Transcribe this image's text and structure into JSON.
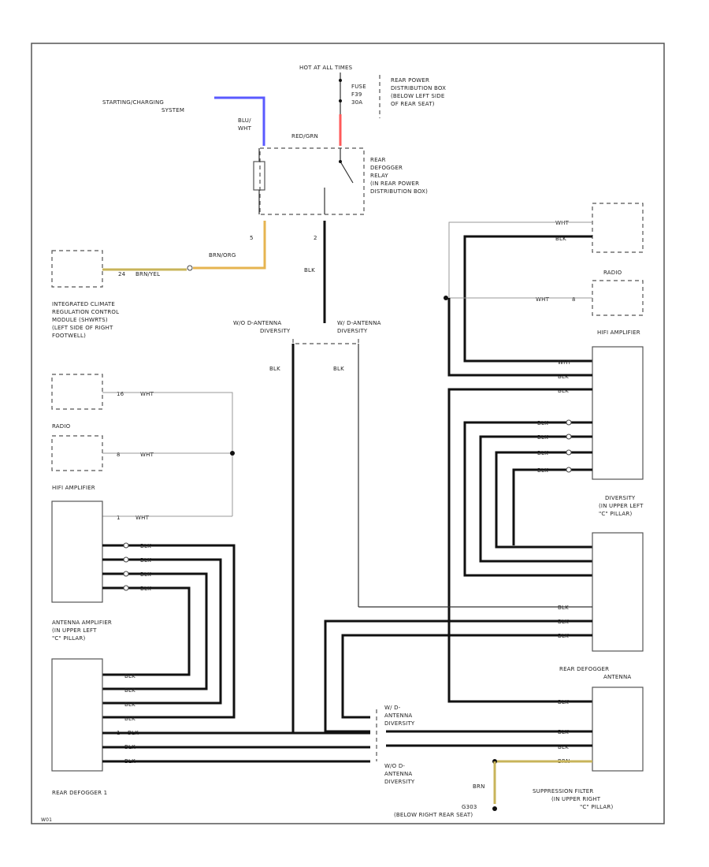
{
  "labels": {
    "hot_at_all_times": "HOT AT ALL TIMES",
    "fuse": "FUSE",
    "fuse_num": "F39",
    "fuse_amp": "30A",
    "rear_power_dist": [
      "REAR POWER",
      "DISTRIBUTION BOX",
      "(BELOW LEFT SIDE",
      "OF REAR SEAT)"
    ],
    "starting_charging": [
      "STARTING/CHARGING",
      "SYSTEM"
    ],
    "blu_wht": [
      "BLU/",
      "WHT"
    ],
    "red_grn": "RED/GRN",
    "rear_defogger_relay": [
      "REAR",
      "DEFOGGER",
      "RELAY",
      "(IN REAR POWER",
      "DISTRIBUTION BOX)"
    ],
    "brn_org": "BRN/ORG",
    "brn_yel": "BRN/YEL",
    "pin_24": "24",
    "pin_5": "5",
    "pin_2": "2",
    "blk": "BLK",
    "integrated_climate": [
      "INTEGRATED CLIMATE",
      "REGULATION CONTROL",
      "MODULE (SHWRTS)",
      "(LEFT SIDE OF RIGHT",
      "FOOTWELL)"
    ],
    "wo_diversity": [
      "W/O D-ANTENNA",
      "DIVERSITY"
    ],
    "w_diversity": [
      "W/ D-ANTENNA",
      "DIVERSITY"
    ],
    "radio": "RADIO",
    "hifi_amplifier": "HIFI AMPLIFIER",
    "wht": "WHT",
    "pin_16": "16",
    "pin_8": "8",
    "pin_1": "1",
    "antenna_amplifier": [
      "ANTENNA AMPLIFIER",
      "(IN UPPER LEFT",
      "\"C\" PILLAR)"
    ],
    "rear_defogger_1": "REAR DEFOGGER 1",
    "rear_defogger_antenna": [
      "REAR DEFOGGER",
      "ANTENNA"
    ],
    "diversity": [
      "DIVERSITY",
      "(IN UPPER LEFT",
      "\"C\" PILLAR)"
    ],
    "w_antenna_div": [
      "W/ D-",
      "ANTENNA",
      "DIVERSITY"
    ],
    "wo_antenna_div": [
      "W/O D-",
      "ANTENNA",
      "DIVERSITY"
    ],
    "brn": "BRN",
    "g303": "G303",
    "below_right_rear_seat": "(BELOW RIGHT REAR SEAT)",
    "suppression_filter": [
      "SUPPRESSION FILTER",
      "(IN UPPER RIGHT",
      "\"C\" PILLAR)"
    ],
    "corner_code": "W01"
  }
}
